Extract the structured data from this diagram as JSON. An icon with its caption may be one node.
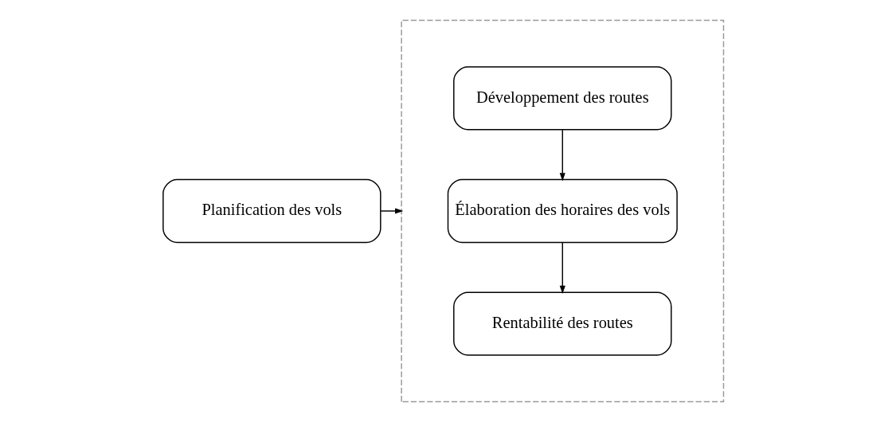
{
  "diagram": {
    "nodes": [
      {
        "text": [
          "Planification des vols"
        ]
      },
      {
        "text": [],
        "shape": "box"
      },
      {
        "text": [
          "Développement des routes"
        ],
        "in": 1
      },
      {
        "text": [
          "Élaboration des horaires des vols"
        ],
        "in": 1
      },
      {
        "text": [
          "Rentabilité des routes"
        ],
        "in": 1
      }
    ],
    "edges": [
      {
        "from": 0,
        "to": 1,
        "arrow": "to"
      },
      {
        "from": 2,
        "to": 3,
        "arrow": "to"
      },
      {
        "from": 3,
        "to": 4,
        "arrow": "to"
      }
    ]
  }
}
